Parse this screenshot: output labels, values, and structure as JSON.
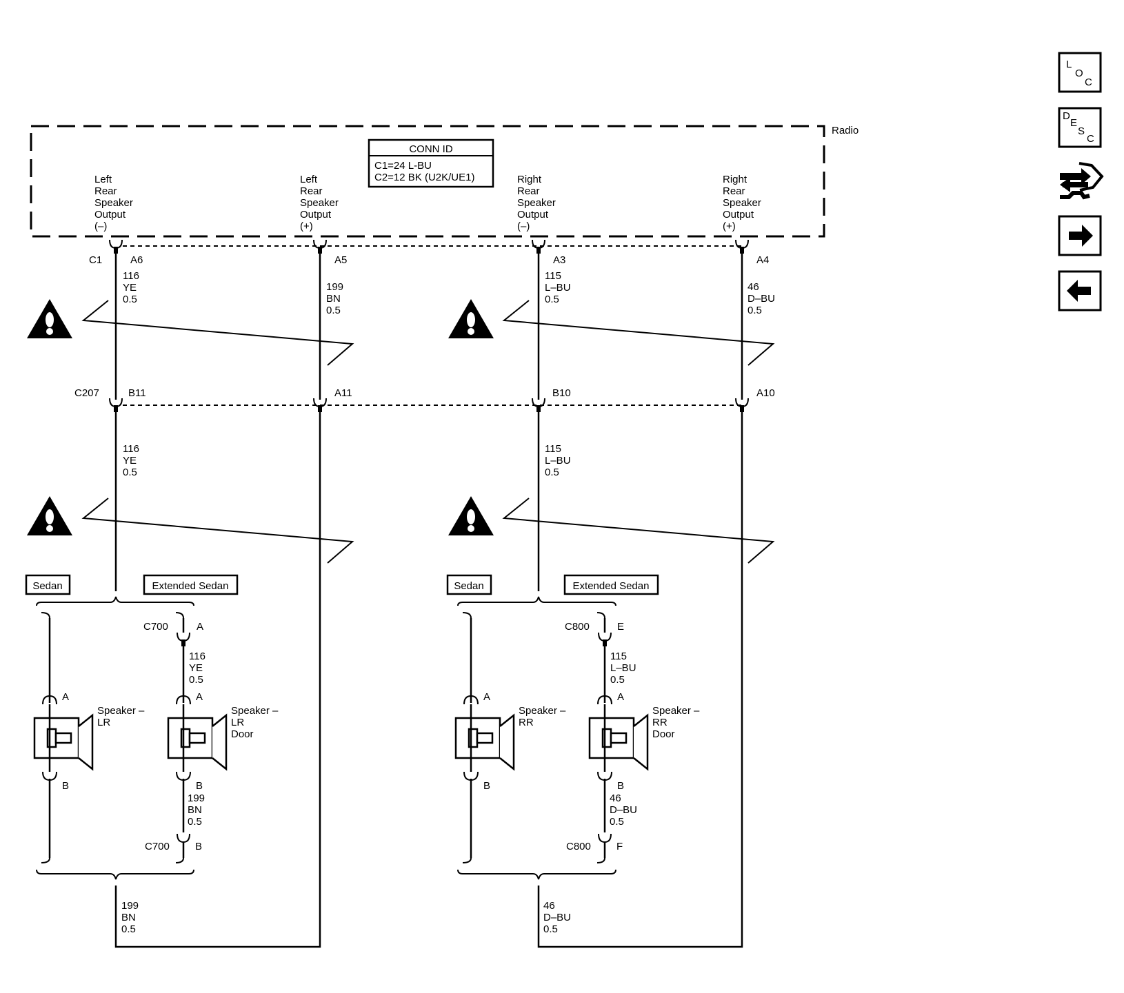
{
  "radio": {
    "label": "Radio",
    "conn_id": {
      "title": "CONN ID",
      "line1": "C1=24 L-BU",
      "line2": "C2=12 BK (U2K/UE1)"
    },
    "outputs": [
      {
        "l1": "Left",
        "l2": "Rear",
        "l3": "Speaker",
        "l4": "Output",
        "l5": "(–)"
      },
      {
        "l1": "Left",
        "l2": "Rear",
        "l3": "Speaker",
        "l4": "Output",
        "l5": "(+)"
      },
      {
        "l1": "Right",
        "l2": "Rear",
        "l3": "Speaker",
        "l4": "Output",
        "l5": "(–)"
      },
      {
        "l1": "Right",
        "l2": "Rear",
        "l3": "Speaker",
        "l4": "Output",
        "l5": "(+)"
      }
    ]
  },
  "connectors": {
    "c1": "C1",
    "c207": "C207",
    "c1_pins": [
      "A6",
      "A5",
      "A3",
      "A4"
    ],
    "c207_pins": [
      "B11",
      "A11",
      "B10",
      "A10"
    ]
  },
  "wires": {
    "w116": {
      "num": "116",
      "color": "YE",
      "size": "0.5"
    },
    "w199": {
      "num": "199",
      "color": "BN",
      "size": "0.5"
    },
    "w115": {
      "num": "115",
      "color": "L–BU",
      "size": "0.5"
    },
    "w46": {
      "num": "46",
      "color": "D–BU",
      "size": "0.5"
    }
  },
  "options": {
    "sedan": "Sedan",
    "extended": "Extended Sedan"
  },
  "left_speakers": {
    "conn": "C700",
    "pin_a": "A",
    "pin_b": "B",
    "spk_pin_a": "A",
    "spk_pin_b": "B",
    "sedan": {
      "l1": "Speaker –",
      "l2": "LR",
      "l3": ""
    },
    "door": {
      "l1": "Speaker –",
      "l2": "LR",
      "l3": "Door"
    }
  },
  "right_speakers": {
    "conn": "C800",
    "pin_a": "E",
    "pin_b": "F",
    "spk_pin_a": "A",
    "spk_pin_b": "B",
    "sedan": {
      "l1": "Speaker –",
      "l2": "RR",
      "l3": ""
    },
    "door": {
      "l1": "Speaker –",
      "l2": "RR",
      "l3": "Door"
    }
  },
  "nav": {
    "loc": {
      "l1": "L",
      "l2": "O",
      "l3": "C"
    },
    "desc": {
      "l1": "D",
      "l2": "E",
      "l3": "S",
      "l4": "C"
    }
  }
}
